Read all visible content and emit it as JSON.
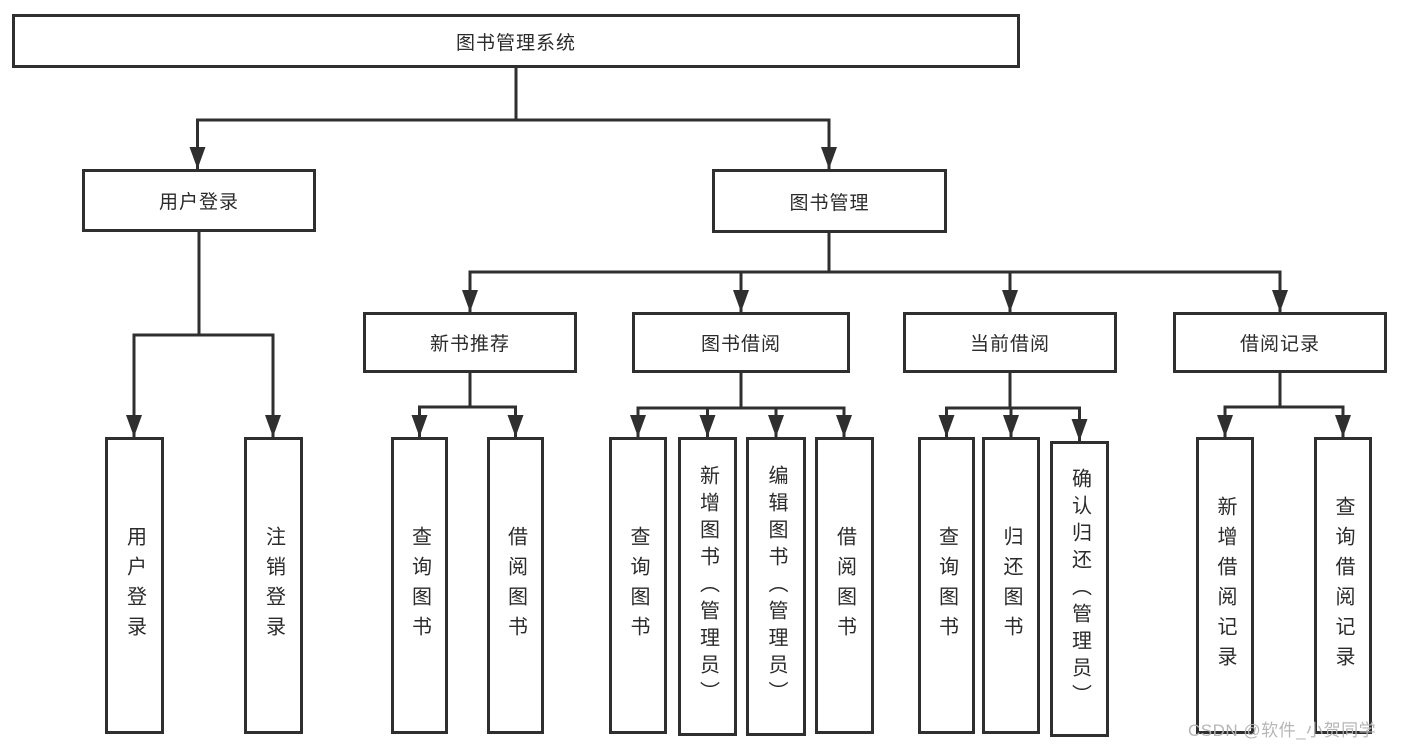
{
  "diagram_title": "图书管理系统",
  "tree": {
    "root": "图书管理系统",
    "branches": {
      "user_login": "用户登录",
      "book_management": "图书管理"
    },
    "modules": {
      "new_book_recommend": "新书推荐",
      "book_borrow": "图书借阅",
      "current_borrow": "当前借阅",
      "borrow_record": "借阅记录"
    },
    "leaves": {
      "login": "用户登录",
      "logout": "注销登录",
      "recommend_query_book": "查询图书",
      "recommend_borrow_book": "借阅图书",
      "borrow_query_book": "查询图书",
      "borrow_add_book": "新增图书（管理员）",
      "borrow_edit_book": "编辑图书（管理员）",
      "borrow_borrow_book": "借阅图书",
      "current_query_book": "查询图书",
      "current_return_book": "归还图书",
      "current_confirm_return": "确认归还（管理员）",
      "record_add_record": "新增借阅记录",
      "record_query_record": "查询借阅记录"
    }
  },
  "watermark": "CSDN @软件_小贺同学",
  "colors": {
    "line": "#2f2f2f",
    "text": "#2b2b2b",
    "watermark": "#b2b2b2",
    "background": "#ffffff"
  }
}
